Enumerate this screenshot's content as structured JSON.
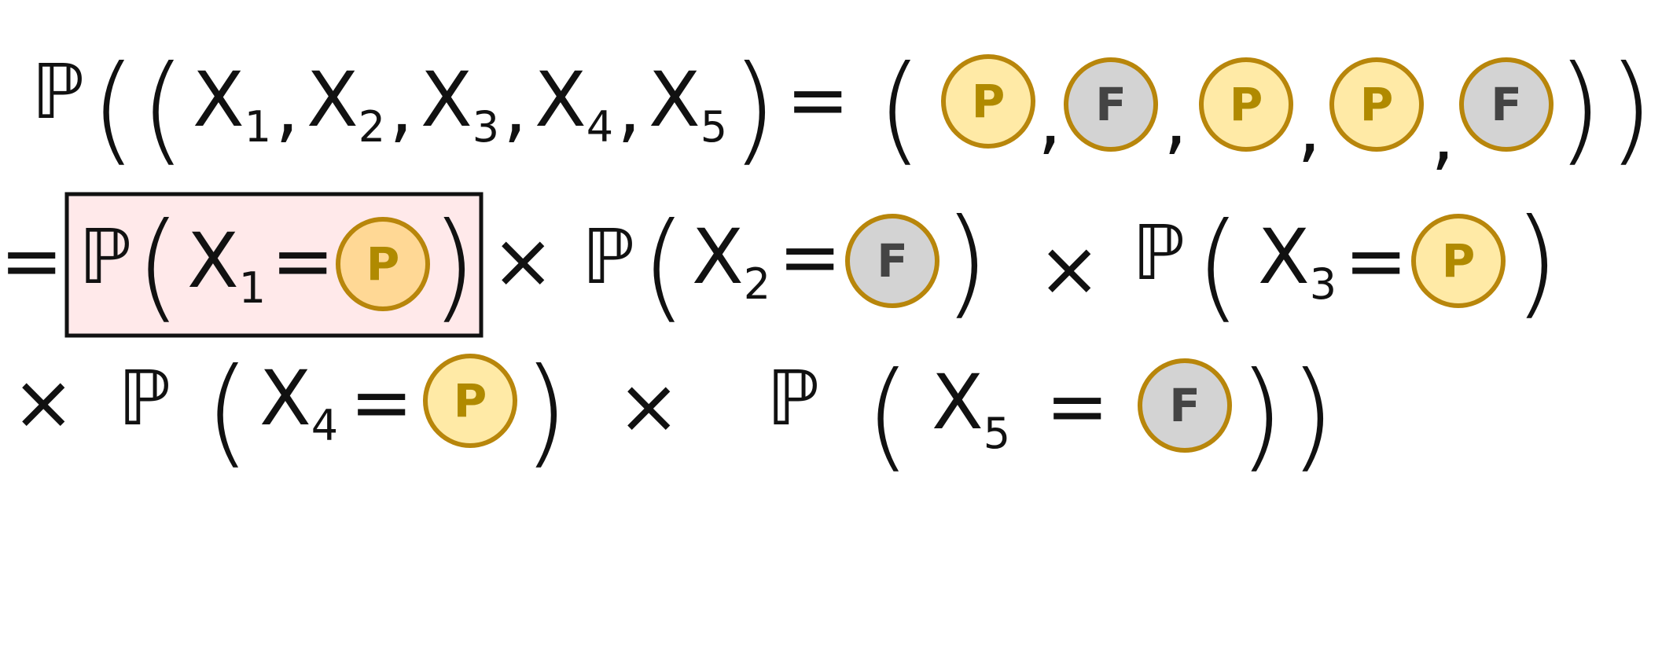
{
  "prob_symbol": "ℙ",
  "equals": "=",
  "times": "×",
  "comma": ",",
  "open_paren": "(",
  "close_paren": ")",
  "variable": "X",
  "subscripts": [
    "1",
    "2",
    "3",
    "4",
    "5"
  ],
  "outcomes": [
    "P",
    "F",
    "P",
    "P",
    "F"
  ],
  "colors": {
    "pass_fill": "#ffeaa6",
    "pass_highlight_fill": "#ffd895",
    "pass_stroke": "#b8860b",
    "pass_text": "#b08a00",
    "fail_fill": "#d3d3d3",
    "fail_stroke": "#b8860b",
    "fail_text": "#444444",
    "highlight_box_fill": "#ffe9ea",
    "highlight_box_stroke": "#111111"
  }
}
